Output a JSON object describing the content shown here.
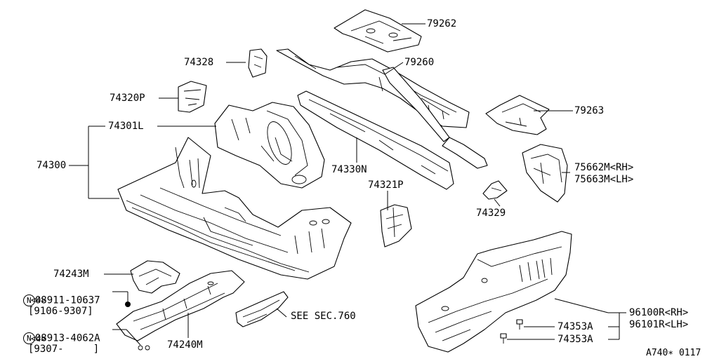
{
  "callouts": {
    "p79262": "79262",
    "p79260": "79260",
    "p74328": "74328",
    "p74320P": "74320P",
    "p79263": "79263",
    "p74301L": "74301L",
    "p74300": "74300",
    "p74330N": "74330N",
    "p74321P": "74321P",
    "p75662M": "75662M<RH>",
    "p75663M": "75663M<LH>",
    "p74329": "74329",
    "p74243M": "74243M",
    "p74240M": "74240M",
    "see_sec": "SEE SEC.760",
    "p96100R": "96100R<RH>",
    "p96101R": "96101R<LH>",
    "p74353A_1": "74353A",
    "p74353A_2": "74353A"
  },
  "fasteners": {
    "f1": {
      "symbol": "N",
      "part": "08911-10637",
      "qty": "<4>",
      "range": "[9106-9307]"
    },
    "f2": {
      "symbol": "N",
      "part": "08913-4062A",
      "qty": "<4>",
      "range": "[9307-     ]"
    }
  },
  "diagram_code": "A740∗ 0117"
}
